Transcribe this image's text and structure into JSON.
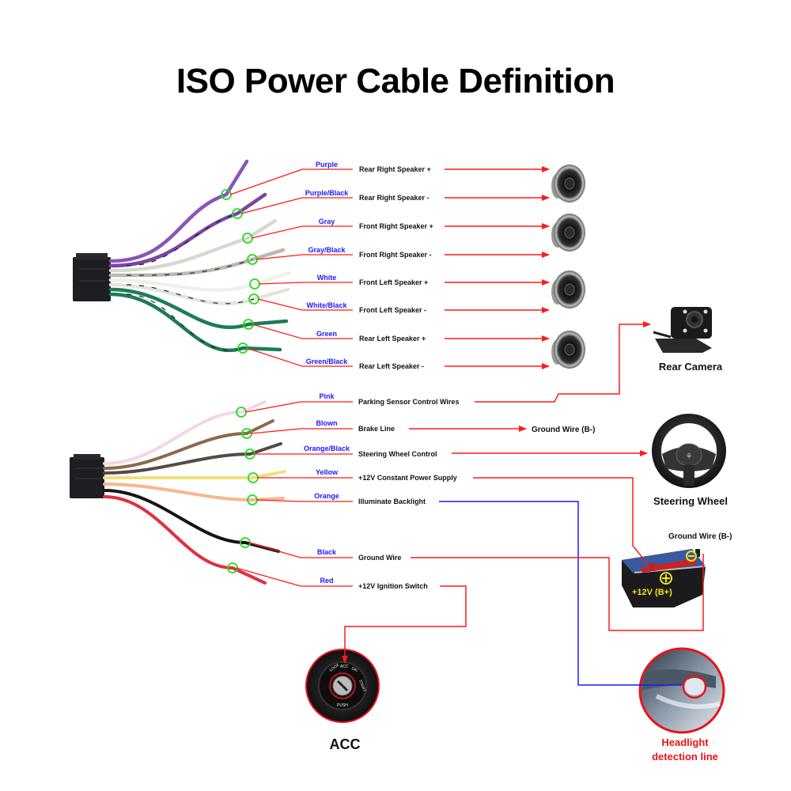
{
  "title": "ISO Power Cable Definition",
  "colors": {
    "lead_line": "#ff1a1a",
    "backlight_line": "#1a1aff",
    "wire_label": "#1a1aff",
    "marker_circle": "#22dd22",
    "headlight_text": "#e8141a",
    "battery_text": "#f2e41b"
  },
  "connector_a": {
    "name": "speaker-connector",
    "wires": [
      {
        "color_name": "Purple",
        "function": "Rear Right Speaker +",
        "target": "speaker-1",
        "wire_hex": "#8a55b5"
      },
      {
        "color_name": "Purple/Black",
        "function": "Rear Right Speaker -",
        "target": "speaker-1",
        "wire_hex": "#7a45a5"
      },
      {
        "color_name": "Gray",
        "function": "Front Right Speaker +",
        "target": "speaker-2",
        "wire_hex": "#d8d8d0"
      },
      {
        "color_name": "Gray/Black",
        "function": "Front Right Speaker -",
        "target": "speaker-2",
        "wire_hex": "#b8b8b0"
      },
      {
        "color_name": "White",
        "function": "Front Left Speaker +",
        "target": "speaker-3",
        "wire_hex": "#f0f0ea"
      },
      {
        "color_name": "White/Black",
        "function": "Front Left Speaker -",
        "target": "speaker-3",
        "wire_hex": "#e4e4de"
      },
      {
        "color_name": "Green",
        "function": "Rear Left Speaker +",
        "target": "speaker-4",
        "wire_hex": "#1d7c55"
      },
      {
        "color_name": "Green/Black",
        "function": "Rear Left Speaker -",
        "target": "speaker-4",
        "wire_hex": "#1d7c55"
      }
    ]
  },
  "connector_b": {
    "name": "power-connector",
    "wires": [
      {
        "color_name": "Pink",
        "function": "Parking Sensor Control Wires",
        "target": "Rear Camera",
        "wire_hex": "#f2d6e8"
      },
      {
        "color_name": "Blown",
        "function": "Brake Line",
        "target": "Ground Wire (B-)",
        "wire_hex": "#8b6a4a"
      },
      {
        "color_name": "Orange/Black",
        "function": "Steering Wheel Control",
        "target": "Steering Wheel",
        "wire_hex": "#554a44"
      },
      {
        "color_name": "Yellow",
        "function": "+12V Constant Power Supply",
        "target": "Battery +12V (B+)",
        "wire_hex": "#f0e080"
      },
      {
        "color_name": "Orange",
        "function": "Illuminate Backlight",
        "target": "Headlight detection line",
        "wire_hex": "#f5b890"
      },
      {
        "color_name": "Black",
        "function": "Ground Wire",
        "target": "Battery Ground Wire (B-)",
        "wire_hex": "#151515"
      },
      {
        "color_name": "Red",
        "function": "+12V  Ignition Switch",
        "target": "ACC",
        "wire_hex": "#e03040"
      }
    ]
  },
  "devices": {
    "rear_camera": "Rear Camera",
    "steering_wheel": "Steering Wheel",
    "brake_ground": "Ground Wire (B-)",
    "battery_ground": "Ground Wire (B-)",
    "battery_positive": "+12V  (B+)",
    "acc": "ACC",
    "headlight_line1": "Headlight",
    "headlight_line2": "detection line",
    "ignition_markings": [
      "LOCK",
      "ACC",
      "ON",
      "START",
      "PUSH"
    ]
  }
}
